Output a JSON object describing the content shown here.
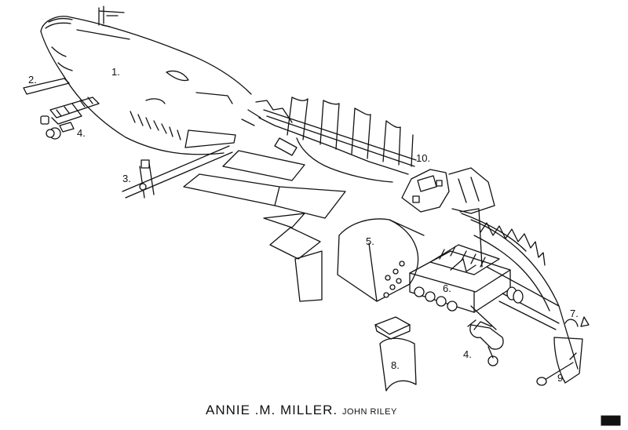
{
  "caption": {
    "title": "ANNIE .M. MILLER.",
    "author": "JOHN RILEY"
  },
  "part_labels": [
    "1.",
    "2.",
    "3.",
    "4.",
    "4.",
    "5.",
    "6.",
    "7.",
    "8.",
    "9.",
    "10."
  ],
  "colors": {
    "ink": "#111111",
    "paper": "#ffffff"
  },
  "icons": {
    "corner_mark": "solid-black-stamp"
  }
}
